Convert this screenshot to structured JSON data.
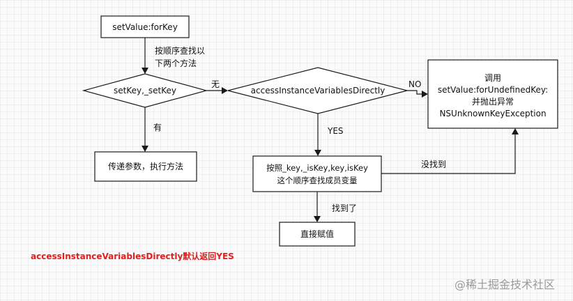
{
  "nodes": {
    "start": "setValue:forKey",
    "decision_setkey": "setKey,_setKey",
    "decision_access": "accessInstanceVariablesDirectly",
    "exception": [
      "调用",
      "setValue:forUndefinedKey:",
      "并抛出异常",
      "NSUnknownKeyException"
    ],
    "call_method": "传递参数，执行方法",
    "search_members": [
      "按照_key,_isKey,key,isKey",
      "这个顺序查找成员变量"
    ],
    "assign": "直接赋值"
  },
  "edges": {
    "start_to_decision": [
      "按顺序查找以",
      "下两个方法"
    ],
    "none": "无",
    "yes_found": "有",
    "no": "NO",
    "yes": "YES",
    "not_found": "没找到",
    "found": "找到了"
  },
  "note": "accessInstanceVariablesDirectly默认返回YES",
  "watermark": "@稀土掘金技术社区"
}
